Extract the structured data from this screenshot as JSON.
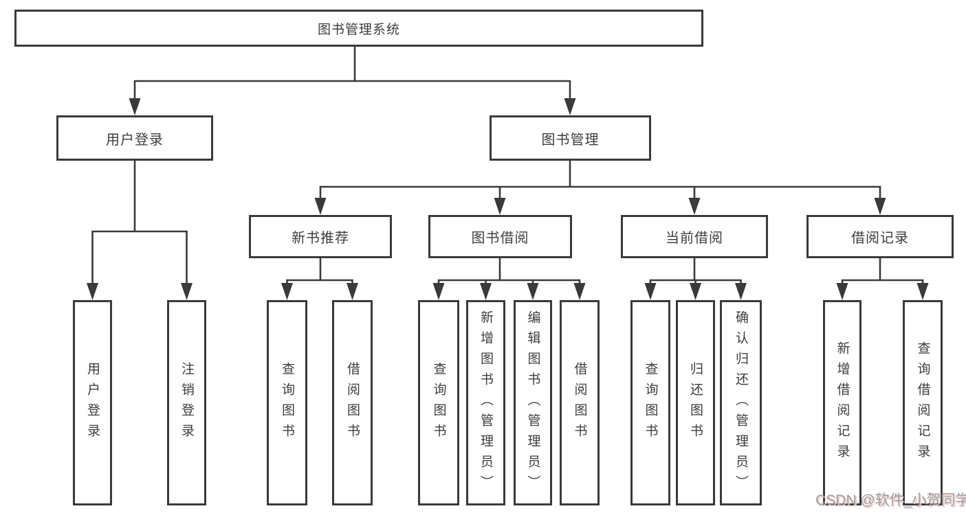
{
  "diagram": {
    "root": {
      "label": "图书管理系统"
    },
    "level2": [
      {
        "label": "用户登录"
      },
      {
        "label": "图书管理"
      }
    ],
    "level3": [
      {
        "parent": "图书管理",
        "label": "新书推荐"
      },
      {
        "parent": "图书管理",
        "label": "图书借阅"
      },
      {
        "parent": "图书管理",
        "label": "当前借阅"
      },
      {
        "parent": "图书管理",
        "label": "借阅记录"
      }
    ],
    "leaves": [
      {
        "parent": "用户登录",
        "label": "用户登录"
      },
      {
        "parent": "用户登录",
        "label": "注销登录"
      },
      {
        "parent": "新书推荐",
        "label": "查询图书"
      },
      {
        "parent": "新书推荐",
        "label": "借阅图书"
      },
      {
        "parent": "图书借阅",
        "label": "查询图书"
      },
      {
        "parent": "图书借阅",
        "label": "新增图书（管理员）"
      },
      {
        "parent": "图书借阅",
        "label": "编辑图书（管理员）"
      },
      {
        "parent": "图书借阅",
        "label": "借阅图书"
      },
      {
        "parent": "当前借阅",
        "label": "查询图书"
      },
      {
        "parent": "当前借阅",
        "label": "归还图书"
      },
      {
        "parent": "当前借阅",
        "label": "确认归还（管理员）"
      },
      {
        "parent": "借阅记录",
        "label": "新增借阅记录"
      },
      {
        "parent": "借阅记录",
        "label": "查询借阅记录"
      }
    ],
    "colors": {
      "line": "#3a3a3a",
      "text": "#3d3d3d",
      "box_bg": "#ffffff",
      "watermark": "#9d9d9d",
      "watermark_shadow": "#f0c9c9"
    }
  },
  "watermark": {
    "text": "CSDN @软件_小贺同学"
  }
}
